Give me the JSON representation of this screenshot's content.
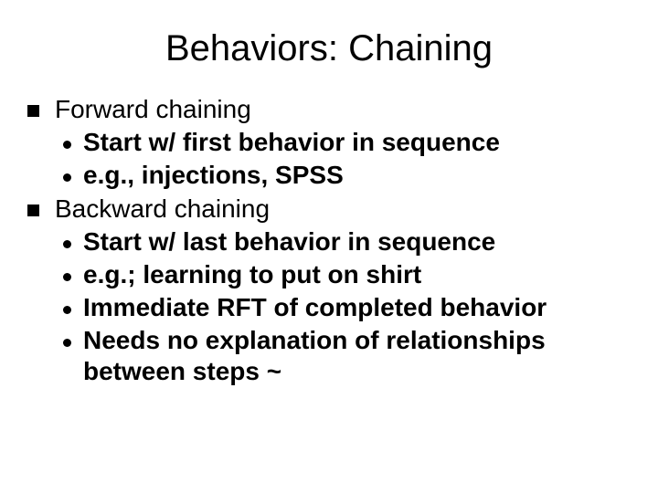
{
  "slide": {
    "title": "Behaviors: Chaining",
    "items": [
      {
        "text": "Forward chaining",
        "subitems": [
          "Start w/ first behavior in sequence",
          "e.g., injections, SPSS"
        ]
      },
      {
        "text": "Backward chaining",
        "subitems": [
          "Start w/ last behavior in sequence",
          "e.g.; learning to put on shirt",
          "Immediate RFT of completed behavior",
          "Needs no explanation of relationships between steps ~"
        ]
      }
    ]
  }
}
